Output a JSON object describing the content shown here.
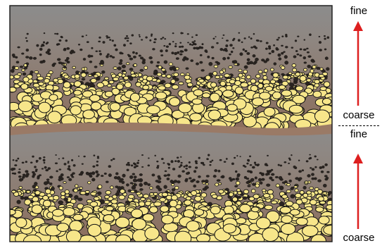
{
  "labels": {
    "top_fine": "fine",
    "mid_coarse": "coarse",
    "mid_fine": "fine",
    "bottom_coarse": "coarse"
  },
  "colors": {
    "water": "#8a8a8a",
    "sediment": "#8b6d5a",
    "gravel": "#f7e68a",
    "outline": "#111111",
    "arrow": "#dd1f1f"
  }
}
